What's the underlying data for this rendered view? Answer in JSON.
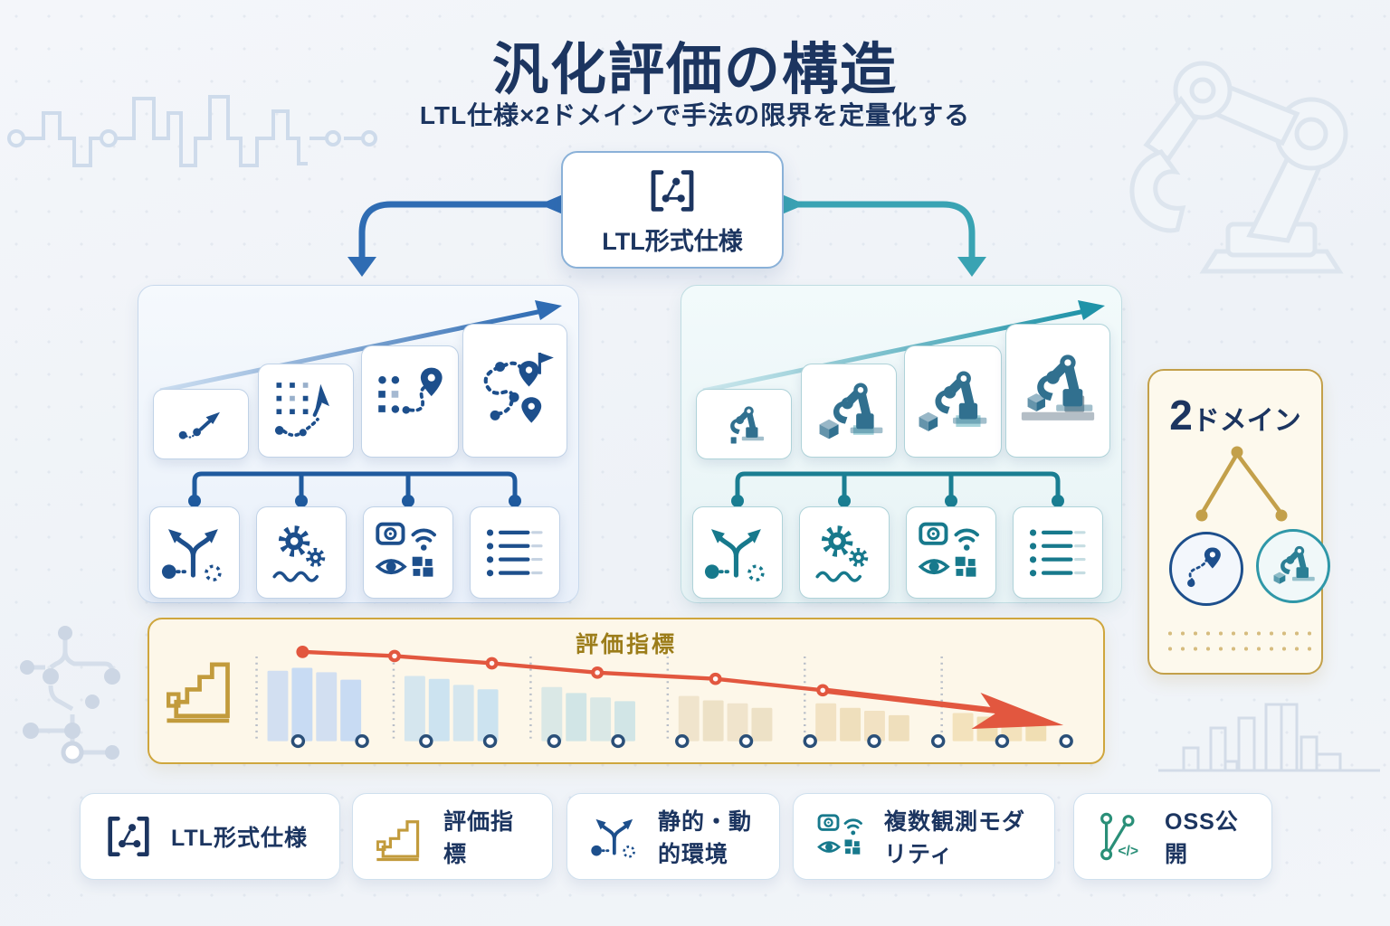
{
  "header": {
    "title": "汎化評価の構造",
    "subtitle": "LTL仕様×2ドメインで手法の限界を定量化する"
  },
  "central_node": {
    "label": "LTL形式仕様",
    "icon": "ltl-brackets-icon"
  },
  "left_panel": {
    "theme_color": "#2f6cb3",
    "top_icons": [
      "path-start-icon",
      "grid-path-cursor-icon",
      "grid-path-pin-icon",
      "route-pins-flag-icon"
    ],
    "bottom_icons": [
      "branching-paths-icon",
      "gears-wave-icon",
      "sensor-modalities-icon",
      "checklist-icon"
    ]
  },
  "right_panel": {
    "theme_color": "#2f97a8",
    "top_icons": [
      "robot-arm-1-icon",
      "robot-arm-2-icon",
      "robot-arm-3-icon",
      "robot-arm-4-icon"
    ],
    "bottom_icons": [
      "branching-paths-icon",
      "gears-wave-icon",
      "sensor-modalities-icon",
      "checklist-icon"
    ]
  },
  "domain_panel": {
    "title_number": "2",
    "title_suffix": "ドメイン",
    "items": [
      "navigation-domain",
      "manipulation-domain"
    ]
  },
  "metrics_panel": {
    "title": "評価指標",
    "icon": "stairs-icon"
  },
  "chart_data": {
    "type": "bar",
    "title": "評価指標",
    "xlabel": "",
    "ylabel": "",
    "ylim": [
      0,
      100
    ],
    "grid": "dashed-group-separators",
    "legend_position": "none",
    "bar_colors": [
      "#c5d9f3",
      "#c9e1f0",
      "#cfe4e6",
      "#ecdfc4",
      "#eeddb9",
      "#efdcb0"
    ],
    "bar_groups": [
      [
        95,
        99,
        93,
        83
      ],
      [
        88,
        84,
        76,
        70
      ],
      [
        73,
        65,
        59,
        54
      ],
      [
        61,
        55,
        51,
        45
      ],
      [
        51,
        45,
        41,
        35
      ],
      [
        38,
        33,
        29,
        23
      ]
    ],
    "line": {
      "color": "#e2573f",
      "values": [
        86,
        82,
        75,
        66,
        60,
        49
      ],
      "end_arrow": true
    },
    "baseline_marker_count": 13
  },
  "legend": {
    "items": [
      {
        "icon": "ltl-brackets-icon",
        "label": "LTL形式仕様"
      },
      {
        "icon": "stairs-icon",
        "label": "評価指標"
      },
      {
        "icon": "branching-paths-icon",
        "label": "静的・動的環境"
      },
      {
        "icon": "sensor-modalities-icon",
        "label": "複数観測モダリティ"
      },
      {
        "icon": "git-branch-code-icon",
        "label": "OSS公開"
      }
    ]
  },
  "icons": {
    "oss_code_glyph": "</>"
  },
  "colors": {
    "navy": "#1c3560",
    "blue": "#2f6cb3",
    "teal": "#2f97a8",
    "gold": "#c29b3c",
    "gold_deep": "#9c7d1a",
    "cream": "#fdf7e9",
    "red": "#e2573f",
    "icon_navy": "#1d4f8c",
    "icon_teal": "#17798c",
    "green": "#2a8f78"
  }
}
